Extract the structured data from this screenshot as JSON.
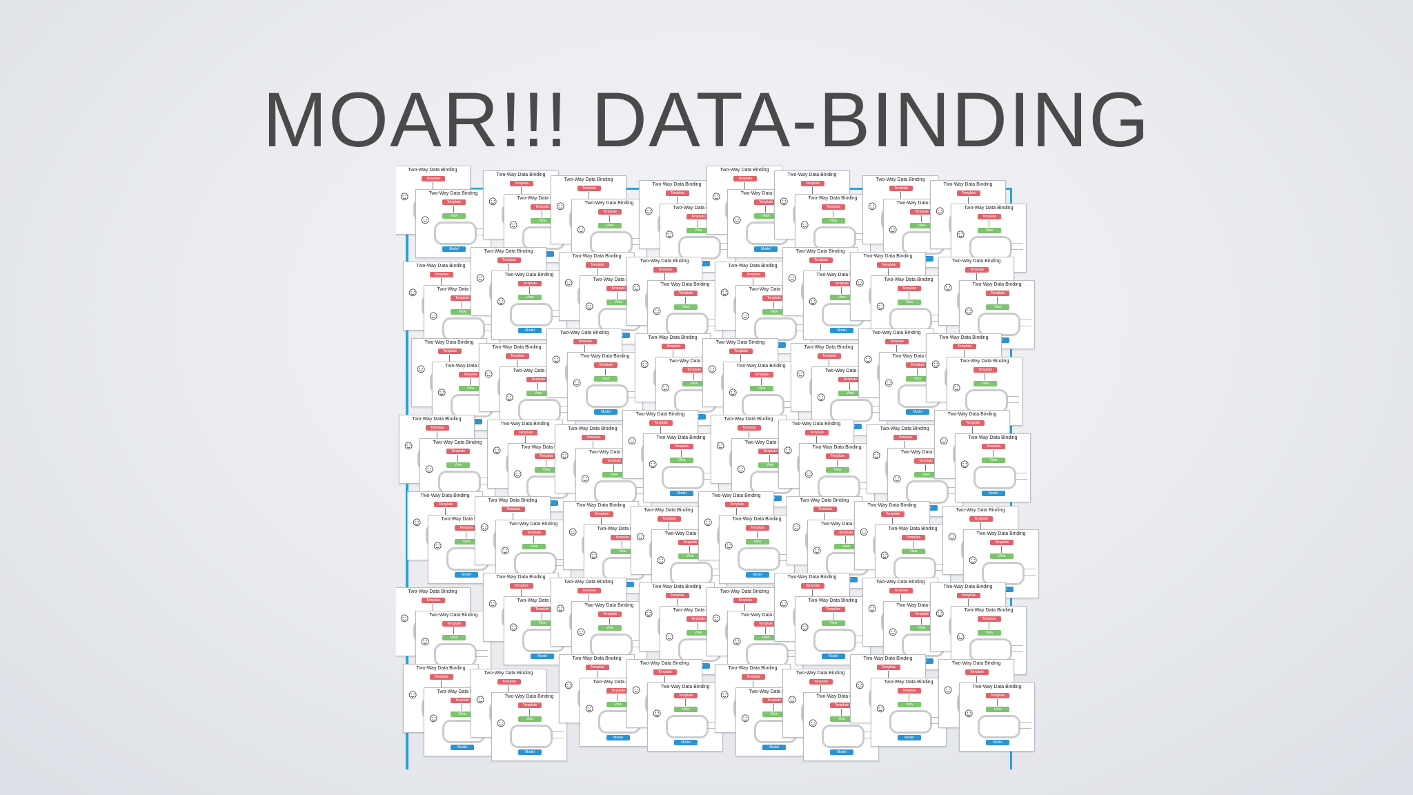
{
  "slide": {
    "title": "MOAR!!! DATA-BINDING"
  },
  "thumbnail": {
    "title": "Two-Way Data Binding",
    "template_label": "Template",
    "view_label": "View",
    "model_label": "Model",
    "face": "☺"
  },
  "colors": {
    "template": "#e0636b",
    "view": "#7cc46d",
    "model": "#2c93d3",
    "frame": "#2aa0d6"
  }
}
